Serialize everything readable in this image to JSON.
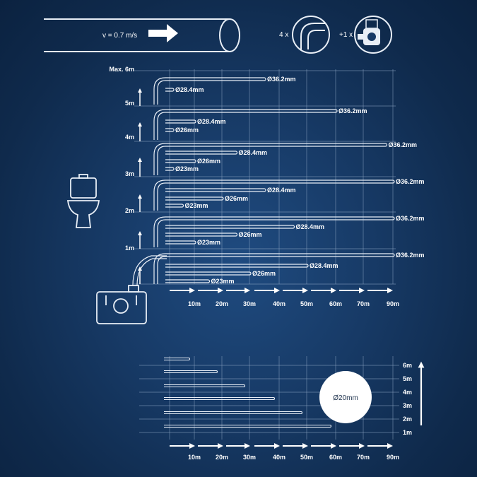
{
  "velocity": "v = 0.7 m/s",
  "fittings": {
    "bends": "4 x",
    "toilet": "+1 x"
  },
  "heights_top": [
    "Max. 6m",
    "5m",
    "4m",
    "3m",
    "2m",
    "1m"
  ],
  "distances": [
    "10m",
    "20m",
    "30m",
    "40m",
    "50m",
    "60m",
    "70m",
    "90m"
  ],
  "groups": [
    {
      "height": "6m",
      "pipes": [
        {
          "label": "Ø36.2mm",
          "length_m": 35
        },
        {
          "label": "Ø28.4mm",
          "length_m": 0
        }
      ]
    },
    {
      "height": "5m",
      "pipes": [
        {
          "label": "Ø36.2mm",
          "length_m": 60
        },
        {
          "label": "Ø28.4mm",
          "length_m": 10
        },
        {
          "label": "Ø26mm",
          "length_m": 0
        }
      ]
    },
    {
      "height": "4m",
      "pipes": [
        {
          "label": "Ø36.2mm",
          "length_m": 85
        },
        {
          "label": "Ø28.4mm",
          "length_m": 25
        },
        {
          "label": "Ø26mm",
          "length_m": 10
        },
        {
          "label": "Ø23mm",
          "length_m": 0
        }
      ]
    },
    {
      "height": "3m",
      "pipes": [
        {
          "label": "Ø36.2mm",
          "length_m": 90
        },
        {
          "label": "Ø28.4mm",
          "length_m": 35
        },
        {
          "label": "Ø26mm",
          "length_m": 20
        },
        {
          "label": "Ø23mm",
          "length_m": 5
        }
      ]
    },
    {
      "height": "2m",
      "pipes": [
        {
          "label": "Ø36.2mm",
          "length_m": 90
        },
        {
          "label": "Ø28.4mm",
          "length_m": 45
        },
        {
          "label": "Ø26mm",
          "length_m": 25
        },
        {
          "label": "Ø23mm",
          "length_m": 10
        }
      ]
    },
    {
      "height": "1m",
      "pipes": [
        {
          "label": "Ø36.2mm",
          "length_m": 90
        },
        {
          "label": "Ø28.4mm",
          "length_m": 50
        },
        {
          "label": "Ø26mm",
          "length_m": 30
        },
        {
          "label": "Ø23mm",
          "length_m": 15
        }
      ]
    }
  ],
  "bottom": {
    "heights": [
      "6m",
      "5m",
      "4m",
      "3m",
      "2m",
      "1m"
    ],
    "pipe_label": "Ø20mm",
    "lengths_m": [
      10,
      20,
      30,
      40,
      50,
      60
    ],
    "distances": [
      "10m",
      "20m",
      "30m",
      "40m",
      "50m",
      "60m",
      "70m",
      "90m"
    ]
  }
}
